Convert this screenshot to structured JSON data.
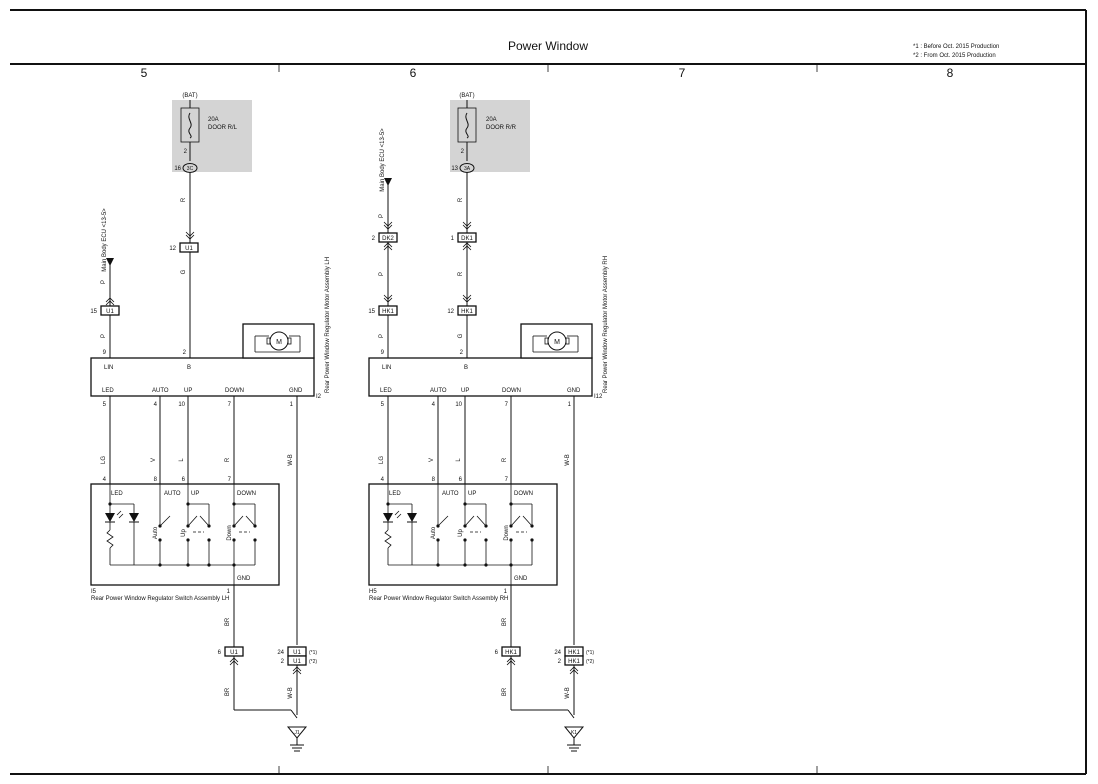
{
  "title": "Power Window",
  "notes": [
    "*1 : Before Oct.  2015 Production",
    "*2 : From Oct.  2015 Production"
  ],
  "columns": [
    "5",
    "6",
    "7",
    "8"
  ],
  "left": {
    "fuse": {
      "source": "(BAT)",
      "rating": "20A",
      "name": "DOOR R/L",
      "pin": "2",
      "terminal_pin": "16",
      "terminal": "3C"
    },
    "wire_fuse_to_conn": "R",
    "conn_b": {
      "pin": "12",
      "id": "U1"
    },
    "wire_b": "G",
    "ecu_label": "Main Body ECU <13-5>",
    "wire_ecu": "P",
    "conn_lin": {
      "pin": "15",
      "id": "U1"
    },
    "wire_lin": "P",
    "motor_label": "M",
    "motor_block": {
      "top_pins": [
        "9",
        "2"
      ],
      "top_terms": [
        "LIN",
        "B"
      ],
      "terms": [
        "LED",
        "AUTO",
        "UP",
        "DOWN",
        "GND"
      ],
      "pins": [
        "5",
        "4",
        "10",
        "7",
        "1"
      ],
      "id": "I2",
      "name": "Rear Power Window Regulator Motor Assembly LH"
    },
    "wires_mid": [
      "LG",
      "V",
      "L",
      "R",
      "W-B"
    ],
    "switch": {
      "pins": [
        "4",
        "8",
        "6",
        "7"
      ],
      "terms": [
        "LED",
        "AUTO",
        "UP",
        "DOWN"
      ],
      "sw_labels": [
        "Auto",
        "Up",
        "Down"
      ],
      "gnd": "GND",
      "gnd_pin": "1",
      "id": "I5",
      "name": "Rear Power Window Regulator Switch Assembly LH"
    },
    "wire_sw_gnd": "BR",
    "conn_gnd_a": {
      "pin": "6",
      "id": "U1"
    },
    "conn_gnd_b1": {
      "pin": "24",
      "id": "U1",
      "note": "(*1)"
    },
    "conn_gnd_b2": {
      "pin": "2",
      "id": "U1",
      "note": "(*2)"
    },
    "wire_low_a": "BR",
    "wire_low_b": "W-B",
    "ground": "J1"
  },
  "right": {
    "fuse": {
      "source": "(BAT)",
      "rating": "20A",
      "name": "DOOR R/R",
      "pin": "2",
      "terminal_pin": "13",
      "terminal": "3A"
    },
    "wire_fuse_to_conn": "R",
    "conn_b_top": {
      "pin": "1",
      "id": "DK1"
    },
    "wire_b_mid": "R",
    "conn_b": {
      "pin": "12",
      "id": "HK1"
    },
    "wire_b": "G",
    "ecu_label": "Main Body ECU <13-5>",
    "wire_ecu": "P",
    "conn_lin_top": {
      "pin": "2",
      "id": "DK2"
    },
    "wire_lin_mid": "P",
    "conn_lin": {
      "pin": "15",
      "id": "HK1"
    },
    "wire_lin": "P",
    "motor_label": "M",
    "motor_block": {
      "top_pins": [
        "9",
        "2"
      ],
      "top_terms": [
        "LIN",
        "B"
      ],
      "terms": [
        "LED",
        "AUTO",
        "UP",
        "DOWN",
        "GND"
      ],
      "pins": [
        "5",
        "4",
        "10",
        "7",
        "1"
      ],
      "id": "I12",
      "name": "Rear Power Window Regulator Motor Assembly RH"
    },
    "wires_mid": [
      "LG",
      "V",
      "L",
      "R",
      "W-B"
    ],
    "switch": {
      "pins": [
        "4",
        "8",
        "6",
        "7"
      ],
      "terms": [
        "LED",
        "AUTO",
        "UP",
        "DOWN"
      ],
      "sw_labels": [
        "Auto",
        "Up",
        "Down"
      ],
      "gnd": "GND",
      "gnd_pin": "1",
      "id": "H5",
      "name": "Rear Power Window Regulator Switch Assembly RH"
    },
    "wire_sw_gnd": "BR",
    "conn_gnd_a": {
      "pin": "6",
      "id": "HK1"
    },
    "conn_gnd_b1": {
      "pin": "24",
      "id": "HK1",
      "note": "(*1)"
    },
    "conn_gnd_b2": {
      "pin": "2",
      "id": "HK1",
      "note": "(*2)"
    },
    "wire_low_a": "BR",
    "wire_low_b": "W-B",
    "ground": "K1"
  }
}
